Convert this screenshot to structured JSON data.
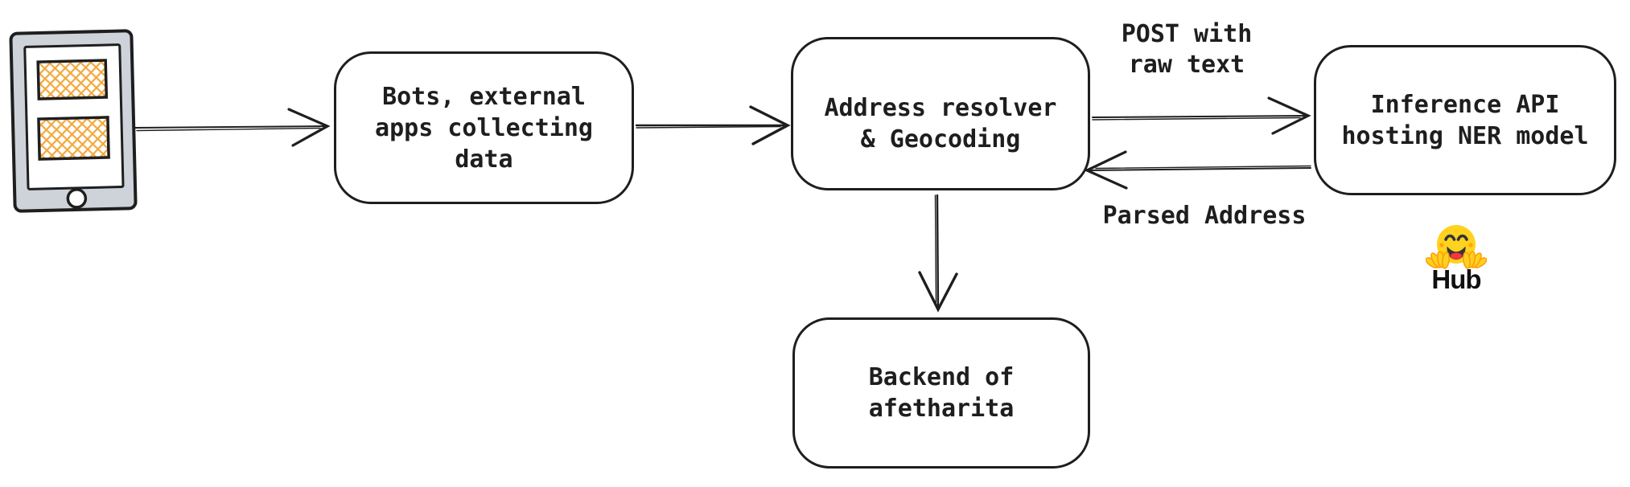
{
  "diagram": {
    "background": "#ffffff",
    "stroke_color": "#1e1e1e",
    "device": {
      "body_color": "#cdd3d9",
      "screen_color": "#ffffff",
      "hatch_color": "#f3a73a"
    },
    "nodes": {
      "bots": {
        "lines": [
          "Bots, external",
          "apps collecting",
          "data"
        ]
      },
      "resolver": {
        "lines": [
          "Address resolver",
          "& Geocoding"
        ]
      },
      "inference": {
        "lines": [
          "Inference API",
          "hosting NER model"
        ]
      },
      "backend": {
        "lines": [
          "Backend of",
          "afetharita"
        ]
      }
    },
    "edge_labels": {
      "post": {
        "lines": [
          "POST with",
          "raw text"
        ]
      },
      "parsed": {
        "text": "Parsed Address"
      }
    },
    "huggingface": {
      "label": "Hub",
      "face_color": "#FFD21E",
      "accent_color": "#FF9D0B",
      "eye_color": "#32343D",
      "tongue_color": "#FF323D"
    }
  }
}
